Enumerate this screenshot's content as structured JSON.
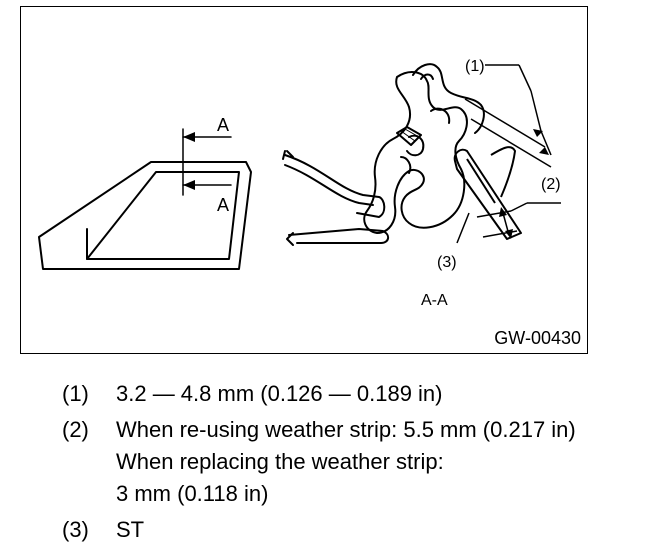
{
  "figure": {
    "section_label_top": "A",
    "section_label_bottom": "A",
    "view_label": "A-A",
    "callout_1": "(1)",
    "callout_2": "(2)",
    "callout_3": "(3)",
    "figure_code": "GW-00430"
  },
  "legend": [
    {
      "num": "(1)",
      "lines": [
        "3.2 — 4.8 mm (0.126 — 0.189 in)"
      ]
    },
    {
      "num": "(2)",
      "lines": [
        "When re-using weather strip: 5.5 mm (0.217 in)",
        "When replacing the weather strip:",
        "3 mm (0.118 in)"
      ]
    },
    {
      "num": "(3)",
      "lines": [
        "ST"
      ]
    }
  ]
}
